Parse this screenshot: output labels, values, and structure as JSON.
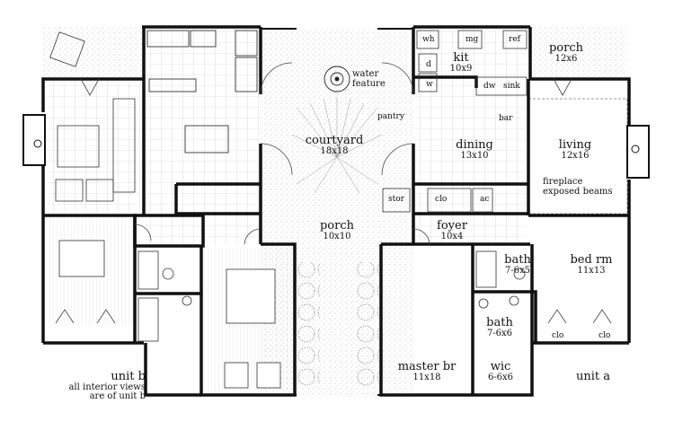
{
  "rooms": {
    "porch_right": {
      "name": "porch",
      "dim": "12x6"
    },
    "kit": {
      "name": "kit",
      "dim": "10x9"
    },
    "living": {
      "name": "living",
      "dim": "12x16"
    },
    "dining": {
      "name": "dining",
      "dim": "13x10"
    },
    "courtyard": {
      "name": "courtyard",
      "dim": "18x18"
    },
    "porch_center": {
      "name": "porch",
      "dim": "10x10"
    },
    "foyer": {
      "name": "foyer",
      "dim": "10x4"
    },
    "bath_upper": {
      "name": "bath",
      "dim": "7-6x5"
    },
    "bed_rm": {
      "name": "bed rm",
      "dim": "11x13"
    },
    "bath_lower": {
      "name": "bath",
      "dim": "7-6x6"
    },
    "master_br": {
      "name": "master br",
      "dim": "11x18"
    },
    "wic": {
      "name": "wic",
      "dim": "6-6x6"
    }
  },
  "fixtures": {
    "wh": "wh",
    "rf_mg": "mg",
    "ref": "ref",
    "d": "d",
    "w": "w",
    "dw": "dw",
    "sink": "sink",
    "pantry": "pantry",
    "bar": "bar",
    "stor": "stor",
    "clo": "clo",
    "ac": "ac",
    "clo_a": "clo",
    "clo_b": "clo"
  },
  "annotations": {
    "water_feature": [
      "water",
      "feature"
    ],
    "fireplace": "fireplace",
    "exposed_beams": "exposed beams"
  },
  "units": {
    "unit_a": "unit a",
    "unit_b": "unit b",
    "unit_b_note": [
      "all interior views",
      "are of unit b"
    ]
  }
}
